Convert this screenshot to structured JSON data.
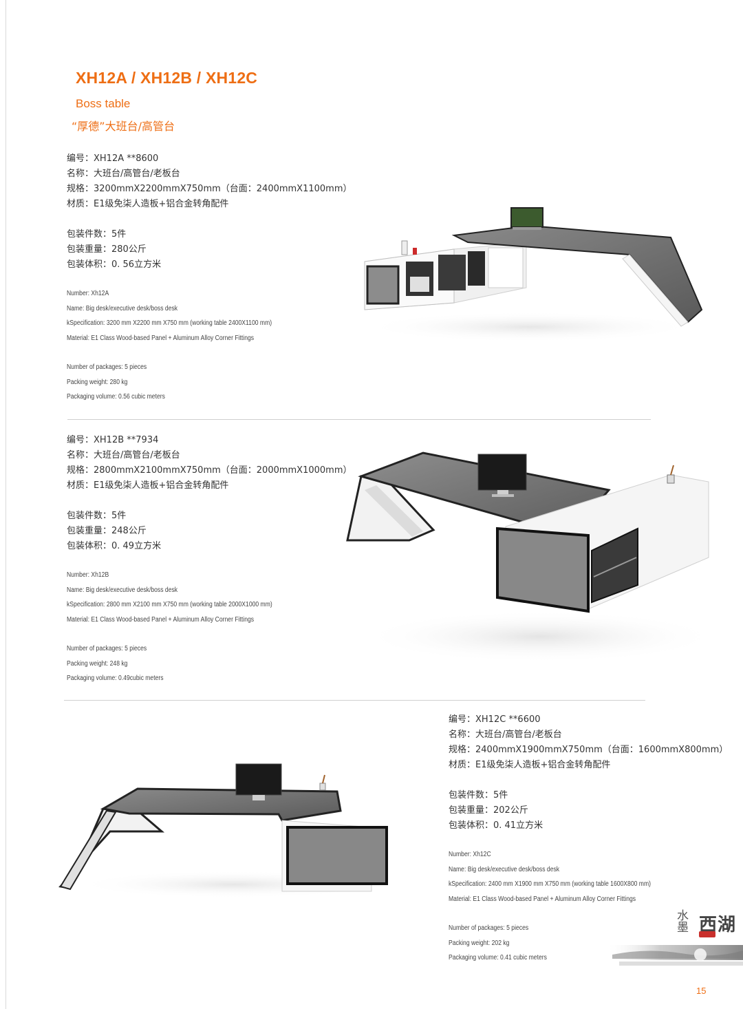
{
  "header": {
    "title": "XH12A / XH12B / XH12C",
    "subtitle": "Boss table",
    "chinese_title": "“厚德”大班台/高管台"
  },
  "products": [
    {
      "cn": {
        "number": "编号：XH12A   **8600",
        "name": "名称：大班台/高管台/老板台",
        "spec": "规格：3200mmX2200mmX750mm（台面：2400mmX1100mm）",
        "material": "材质：E1级免柒人造板+铝合金转角配件",
        "packages": "包装件数：5件",
        "weight": "包装重量：280公斤",
        "volume": "包装体积：0. 56立方米"
      },
      "en": {
        "number": "Number: Xh12A",
        "name": "Name: Big desk/executive desk/boss desk",
        "spec": "kSpecification: 3200 mm X2200 mm X750 mm (working table 2400X1100 mm)",
        "material": "Material: E1 Class Wood-based Panel + Aluminum Alloy Corner Fittings",
        "packages": "Number of packages: 5 pieces",
        "weight": "Packing weight: 280 kg",
        "volume": "Packaging volume: 0.56 cubic meters"
      }
    },
    {
      "cn": {
        "number": "编号：XH12B   **7934",
        "name": "名称：大班台/高管台/老板台",
        "spec": "规格：2800mmX2100mmX750mm（台面：2000mmX1000mm）",
        "material": "材质：E1级免柒人造板+铝合金转角配件",
        "packages": "包装件数：5件",
        "weight": "包装重量：248公斤",
        "volume": "包装体积：0. 49立方米"
      },
      "en": {
        "number": "Number: Xh12B",
        "name": "Name: Big desk/executive desk/boss desk",
        "spec": "kSpecification: 2800 mm X2100 mm X750 mm (working table 2000X1000 mm)",
        "material": "Material: E1 Class Wood-based Panel + Aluminum Alloy Corner Fittings",
        "packages": "Number of packages: 5 pieces",
        "weight": "Packing weight: 248 kg",
        "volume": "Packaging volume: 0.49cubic meters"
      }
    },
    {
      "cn": {
        "number": "编号：XH12C   **6600",
        "name": "名称：大班台/高管台/老板台",
        "spec": "规格：2400mmX1900mmX750mm（台面：1600mmX800mm）",
        "material": "材质：E1级免柒人造板+铝合金转角配件",
        "packages": "包装件数：5件",
        "weight": "包装重量：202公斤",
        "volume": "包装体积：0. 41立方米"
      },
      "en": {
        "number": "Number: Xh12C",
        "name": "Name: Big desk/executive desk/boss desk",
        "spec": "kSpecification: 2400 mm X1900 mm X750 mm (working table 1600X800 mm)",
        "material": "Material: E1 Class Wood-based Panel + Aluminum Alloy Corner Fittings",
        "packages": "Number of packages: 5 pieces",
        "weight": "Packing weight: 202 kg",
        "volume": "Packaging volume: 0.41 cubic meters"
      }
    }
  ],
  "logo": {
    "small_text": "水墨",
    "big_text": "西湖"
  },
  "page_number": "15",
  "colors": {
    "accent": "#ee6e14",
    "desktop_top": "#6b6b6b",
    "cabinet_white": "#f2f2f2"
  }
}
